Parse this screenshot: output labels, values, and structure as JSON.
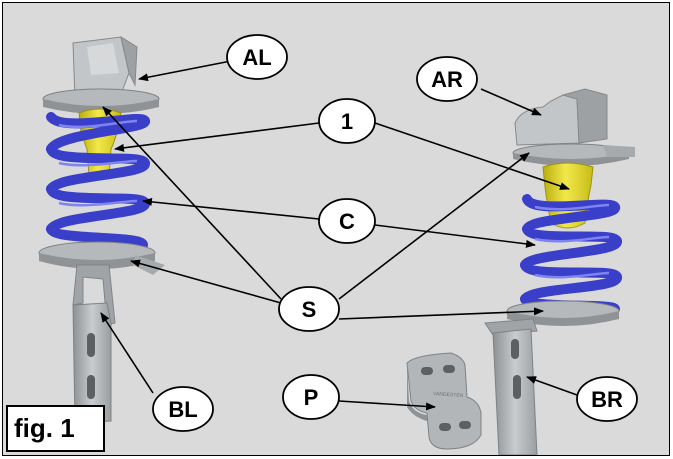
{
  "figure": {
    "label": "fig. 1",
    "callouts": {
      "al": "AL",
      "ar": "AR",
      "one": "1",
      "c": "C",
      "s": "S",
      "bl": "BL",
      "br": "BR",
      "p": "P"
    },
    "plate_text": "VANDESTEN"
  },
  "colors": {
    "background": "#dadada",
    "spring": "#3a3fc9",
    "bumpstop": "#e8dd2a",
    "metal": "#b9bcbe"
  }
}
